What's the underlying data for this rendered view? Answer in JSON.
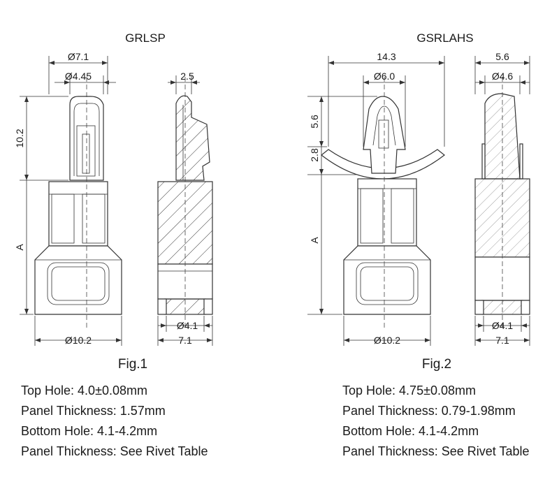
{
  "fig1": {
    "title": "GRLSP",
    "caption": "Fig.1",
    "dims": {
      "top_od": "Ø7.1",
      "top_id": "Ø4.45",
      "height_top": "10.2",
      "height_a": "A",
      "base_od": "Ø10.2",
      "side_top": "2.5",
      "side_hole": "Ø4.1",
      "side_width": "7.1"
    },
    "specs": [
      "Top Hole: 4.0±0.08mm",
      "Panel Thickness: 1.57mm",
      "Bottom Hole: 4.1-4.2mm",
      "Panel Thickness: See Rivet Table"
    ]
  },
  "fig2": {
    "title": "GSRLAHS",
    "caption": "Fig.2",
    "dims": {
      "wing_span": "14.3",
      "top_id": "Ø6.0",
      "height_top": "5.6",
      "height_wing": "2.8",
      "height_a": "A",
      "base_od": "Ø10.2",
      "side_top": "5.6",
      "side_top_id": "Ø4.6",
      "side_hole": "Ø4.1",
      "side_width": "7.1"
    },
    "specs": [
      "Top Hole: 4.75±0.08mm",
      "Panel Thickness: 0.79-1.98mm",
      "Bottom Hole: 4.1-4.2mm",
      "Panel Thickness: See Rivet Table"
    ]
  }
}
